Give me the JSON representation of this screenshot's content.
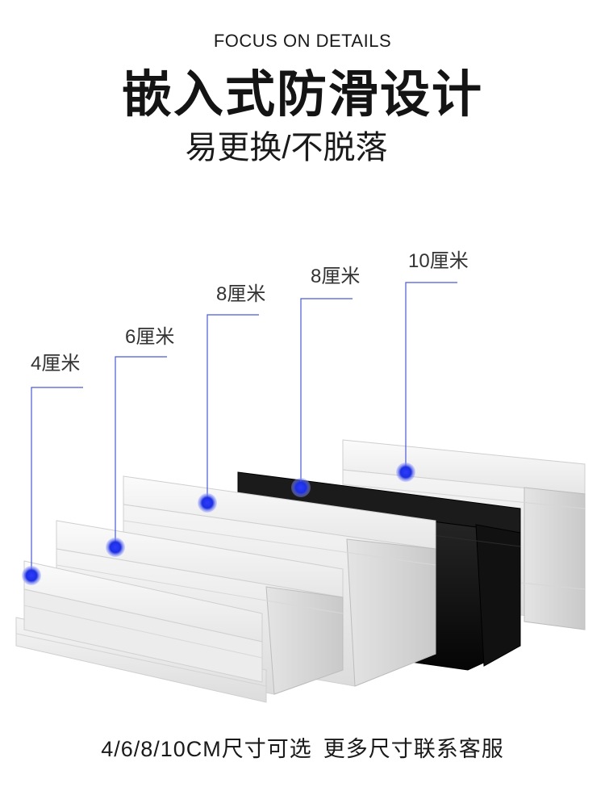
{
  "header": {
    "eyebrow": "FOCUS ON DETAILS",
    "title": "嵌入式防滑设计",
    "subtitle": "易更换/不脱落"
  },
  "sizes": [
    {
      "label": "4厘米",
      "color": "white"
    },
    {
      "label": "6厘米",
      "color": "white"
    },
    {
      "label": "8厘米",
      "color": "white"
    },
    {
      "label": "8厘米",
      "color": "black"
    },
    {
      "label": "10厘米",
      "color": "white"
    }
  ],
  "colors": {
    "callout": "#2233dd",
    "callout_line": "#4a5bd6",
    "profile_white": "#f2f2f2",
    "profile_black": "#0e0e0e"
  },
  "footer": {
    "sizes_text": "4/6/8/10CM尺寸可选",
    "contact_text": "更多尺寸联系客服"
  }
}
